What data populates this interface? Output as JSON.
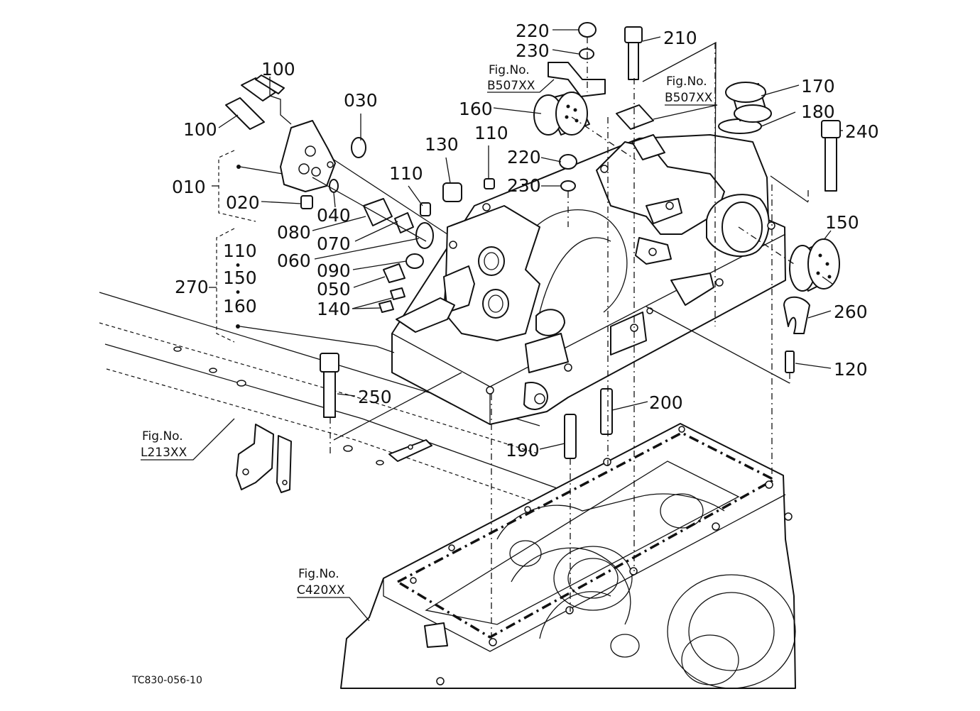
{
  "drawing_code": "TC830-056-10",
  "fig_refs": [
    {
      "line1": "Fig.No.",
      "line2": "B507XX"
    },
    {
      "line1": "Fig.No.",
      "line2": "B507XX"
    },
    {
      "line1": "Fig.No.",
      "line2": "L213XX"
    },
    {
      "line1": "Fig.No.",
      "line2": "C420XX"
    }
  ],
  "part_labels": {
    "p220a": "220",
    "p230a": "230",
    "p210": "210",
    "p100a": "100",
    "p100b": "100",
    "p030": "030",
    "p170": "170",
    "p180": "180",
    "p240": "240",
    "p160": "160",
    "p110a": "110",
    "p220b": "220",
    "p230b": "230",
    "p130": "130",
    "p110b": "110",
    "p010": "010",
    "p020": "020",
    "p040": "040",
    "p080": "080",
    "p070": "070",
    "p060": "060",
    "p090": "090",
    "p050": "050",
    "p140": "140",
    "p150": "150",
    "p260": "260",
    "p120": "120",
    "p250": "250",
    "p200": "200",
    "p190": "190"
  },
  "kit": {
    "label": "270",
    "items": [
      "110",
      "150",
      "160"
    ],
    "separator": "•"
  }
}
